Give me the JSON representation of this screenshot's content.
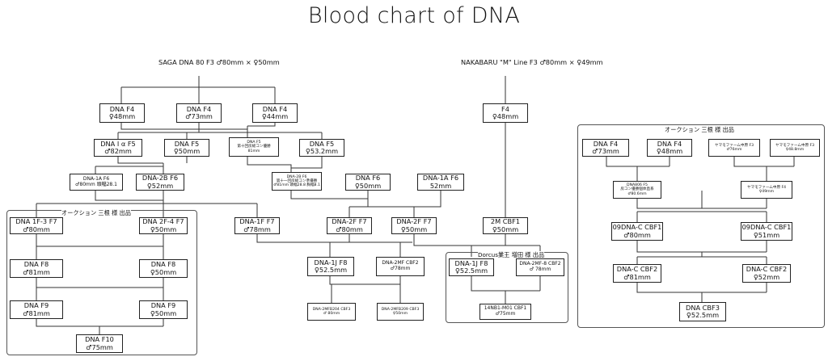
{
  "title": "Blood chart of DNA",
  "groups": {
    "left_auction": "オークション 三根 様 出品",
    "dorcus": "Dorcus業王 増田 様 出品",
    "right_auction": "オークション 三根 様 出品"
  },
  "roots": {
    "saga": [
      "SAGA DNA 80 F3",
      "♂80mm × ♀50mm"
    ],
    "nakabaru": [
      "NAKABARU \"M\" Line F3",
      "♂80mm × ♀49mm"
    ]
  },
  "nodes": {
    "dna_f4_a": [
      "DNA F4",
      "♀48mm"
    ],
    "dna_f4_b": [
      "DNA F4",
      "♂73mm"
    ],
    "dna_f4_c": [
      "DNA F4",
      "♀44mm"
    ],
    "f4_nak": [
      "F4",
      "♀48mm"
    ],
    "dna_1a_f5": [
      "DNA I α F5",
      "♂82mm"
    ],
    "dna_f5_a": [
      "DNA F5",
      "♀50mm"
    ],
    "dna_f5_small": [
      "DNA F5",
      "第十回房総コン優勝",
      "81mm"
    ],
    "dna_f5_b": [
      "DNA F5",
      "♀53.2mm"
    ],
    "dna_1a_f6": [
      "DNA-1A F6",
      "♂80mm 頭幅28.1"
    ],
    "dna_2b_f6": [
      "DNA-2B F6",
      "♀52mm"
    ],
    "dna_2b_f6_small": [
      "DNA-2B F6",
      "第十一回房総コン準優勝",
      "♂81mm 頭幅28.8 胸幅8.1"
    ],
    "dna_f6": [
      "DNA F6",
      "♀50mm"
    ],
    "dna_1a_f6_b": [
      "DNA-1A F6",
      "52mm"
    ],
    "dna_1f3_f7": [
      "DNA 1F-3 F7",
      "♂80mm"
    ],
    "dna_2f4_f7": [
      "DNA 2F-4 F7",
      "♀50mm"
    ],
    "dna_1f_f7": [
      "DNA-1F F7",
      "♂78mm"
    ],
    "dna_2f_f7_a": [
      "DNA-2F F7",
      "♂80mm"
    ],
    "dna_2f_f7_b": [
      "DNA-2F F7",
      "♀50mm"
    ],
    "m2_cbf1": [
      "2M CBF1",
      "♀50mm"
    ],
    "dna_f8_a": [
      "DNA F8",
      "♂81mm"
    ],
    "dna_f8_b": [
      "DNA F8",
      "♀50mm"
    ],
    "dna_1j_f8_a": [
      "DNA-1J F8",
      "♀52.5mm"
    ],
    "dna_2mf_cbf2": [
      "DNA-2MF CBF2",
      "♂78mm"
    ],
    "dna_1j_f8_b": [
      "DNA-1J F8",
      "♀52.5mm"
    ],
    "dna_2mf8_cbf2": [
      "DNA-2MF-8 CBF2",
      "♂ 78mm"
    ],
    "dna_f9_a": [
      "DNA F9",
      "♂81mm"
    ],
    "dna_f9_b": [
      "DNA F9",
      "♀50mm"
    ],
    "cbf3_204": [
      "DNA-2MFB204 CBF3",
      "♂ 80mm"
    ],
    "cbf3_209": [
      "DNA-2MFB209 CBF3",
      "♀50mm"
    ],
    "n14_cbf1": [
      "14NB1-M01 CBF1",
      "♂75mm"
    ],
    "dna_f10": [
      "DNA F10",
      "♂75mm"
    ],
    "r_f4_a": [
      "DNA F4",
      "♂73mm"
    ],
    "r_f4_b": [
      "DNA F4",
      "♀48mm"
    ],
    "r_yama_a": [
      "ヤマモファーム中原 F3",
      "♂76mm"
    ],
    "r_yama_b": [
      "ヤマモファーム中原 F3",
      "♀48.8mm"
    ],
    "r_dna806": [
      "DNA806 F5",
      "房コン優勝個体直系",
      "♂80.6mm"
    ],
    "r_yama_f4": [
      "ヤマモファーム中原 F4",
      "♀49mm"
    ],
    "r_09_a": [
      "09DNA-C CBF1",
      "♂80mm"
    ],
    "r_09_b": [
      "09DNA-C CBF1",
      "♀51mm"
    ],
    "r_c_a": [
      "DNA-C CBF2",
      "♂81mm"
    ],
    "r_c_b": [
      "DNA-C CBF2",
      "♀52mm"
    ],
    "r_cbf3": [
      "DNA CBF3",
      "♀52.5mm"
    ]
  }
}
